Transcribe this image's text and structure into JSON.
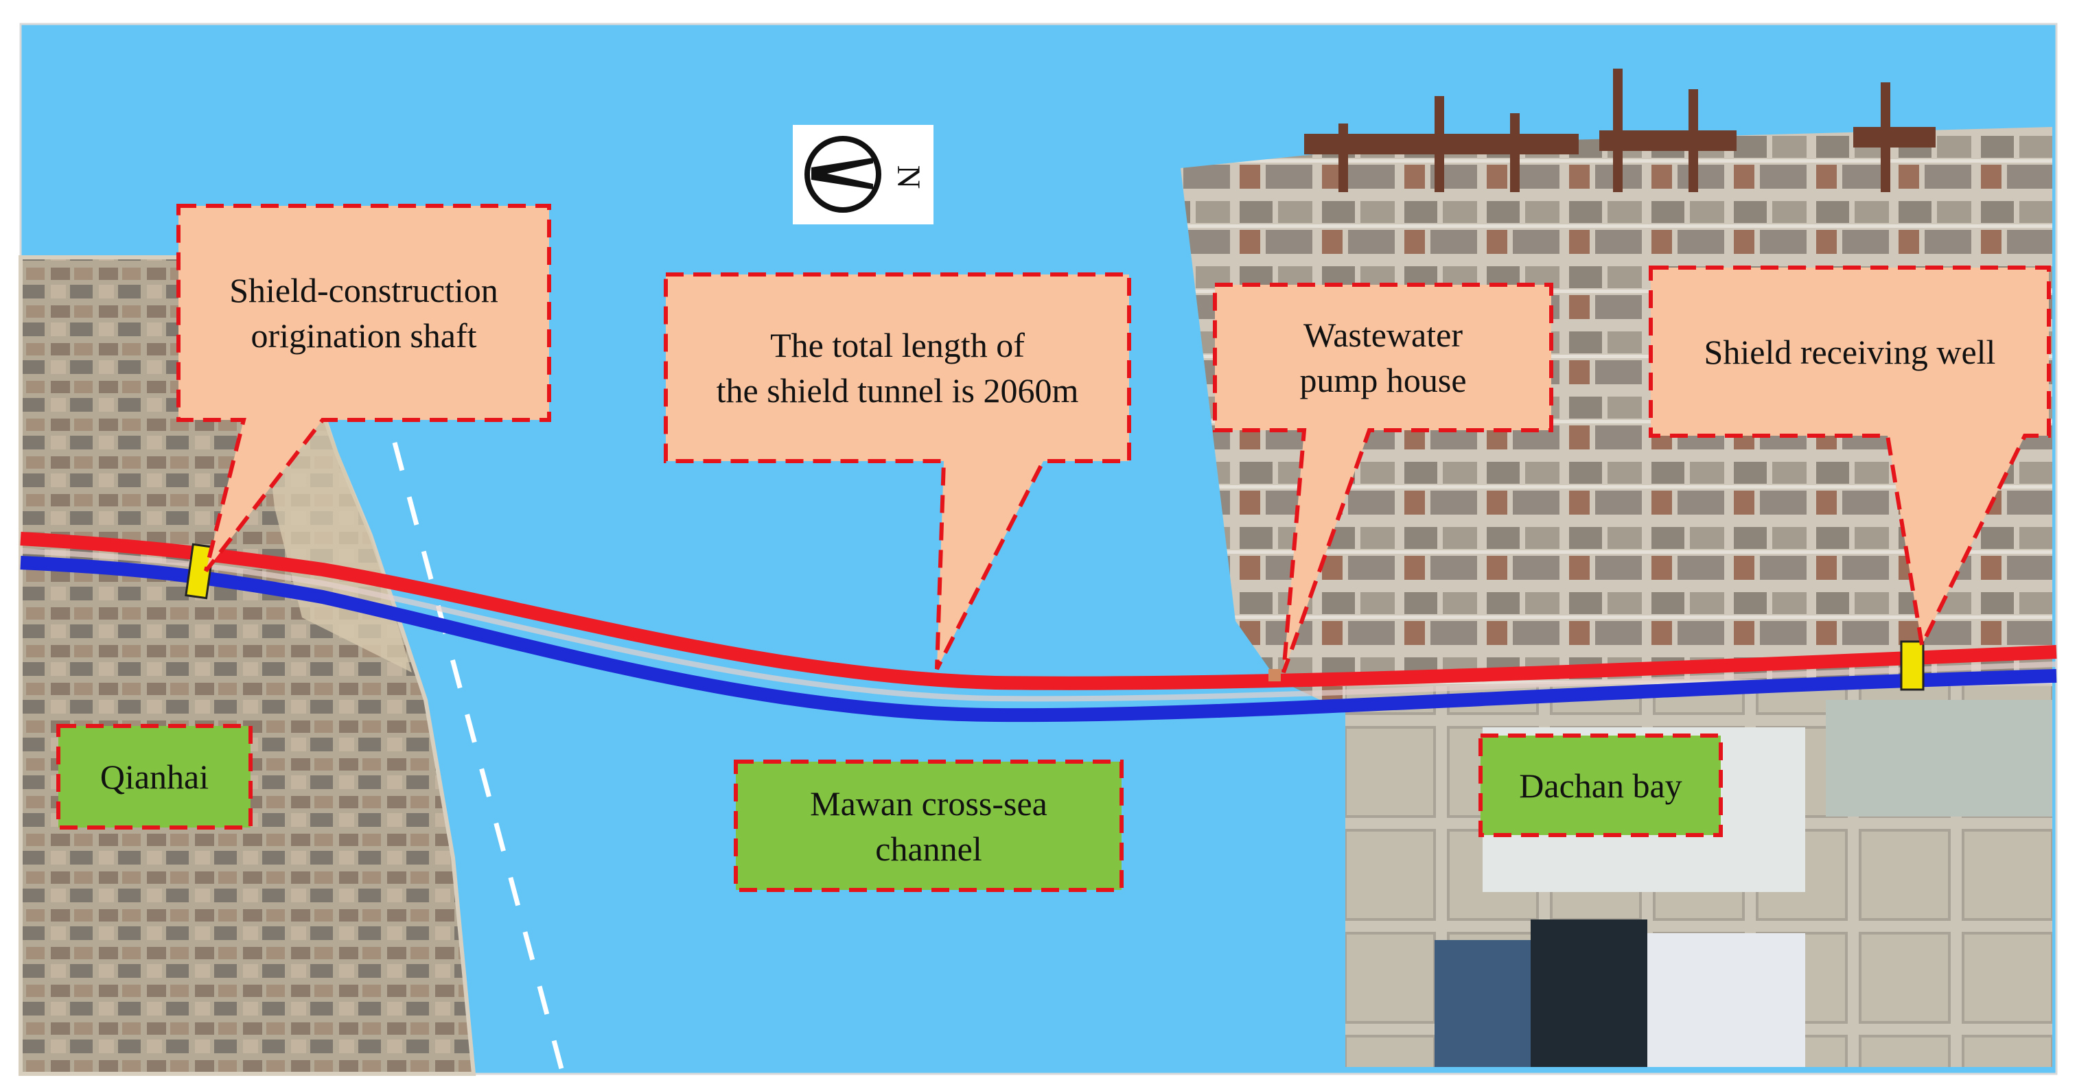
{
  "colors": {
    "sea": "#63c5f6",
    "land_left": "#b9ad9b",
    "land_right": "#d2cbbe",
    "port_dark": "#7d756c",
    "callout_fill": "#f8c39e",
    "callout_border": "#e5141b",
    "place_fill": "#82c341",
    "tunnel_red": "#ee1c24",
    "tunnel_blue": "#1d2bd6",
    "shaft_yellow": "#f2e300",
    "channel_dash": "#ffffff"
  },
  "compass": {
    "letter": "N"
  },
  "callouts": {
    "origination_shaft": {
      "lines": [
        "Shield-construction",
        "origination shaft"
      ]
    },
    "tunnel_length": {
      "lines": [
        "The total length of",
        "the shield tunnel is 2060m"
      ]
    },
    "pump_house": {
      "lines": [
        "Wastewater",
        "pump house"
      ]
    },
    "receiving_well": {
      "lines": [
        "Shield receiving well"
      ]
    }
  },
  "places": {
    "qianhai": {
      "lines": [
        "Qianhai"
      ]
    },
    "mawan_channel": {
      "lines": [
        "Mawan cross-sea",
        "channel"
      ]
    },
    "dachan_bay": {
      "lines": [
        "Dachan bay"
      ]
    }
  }
}
